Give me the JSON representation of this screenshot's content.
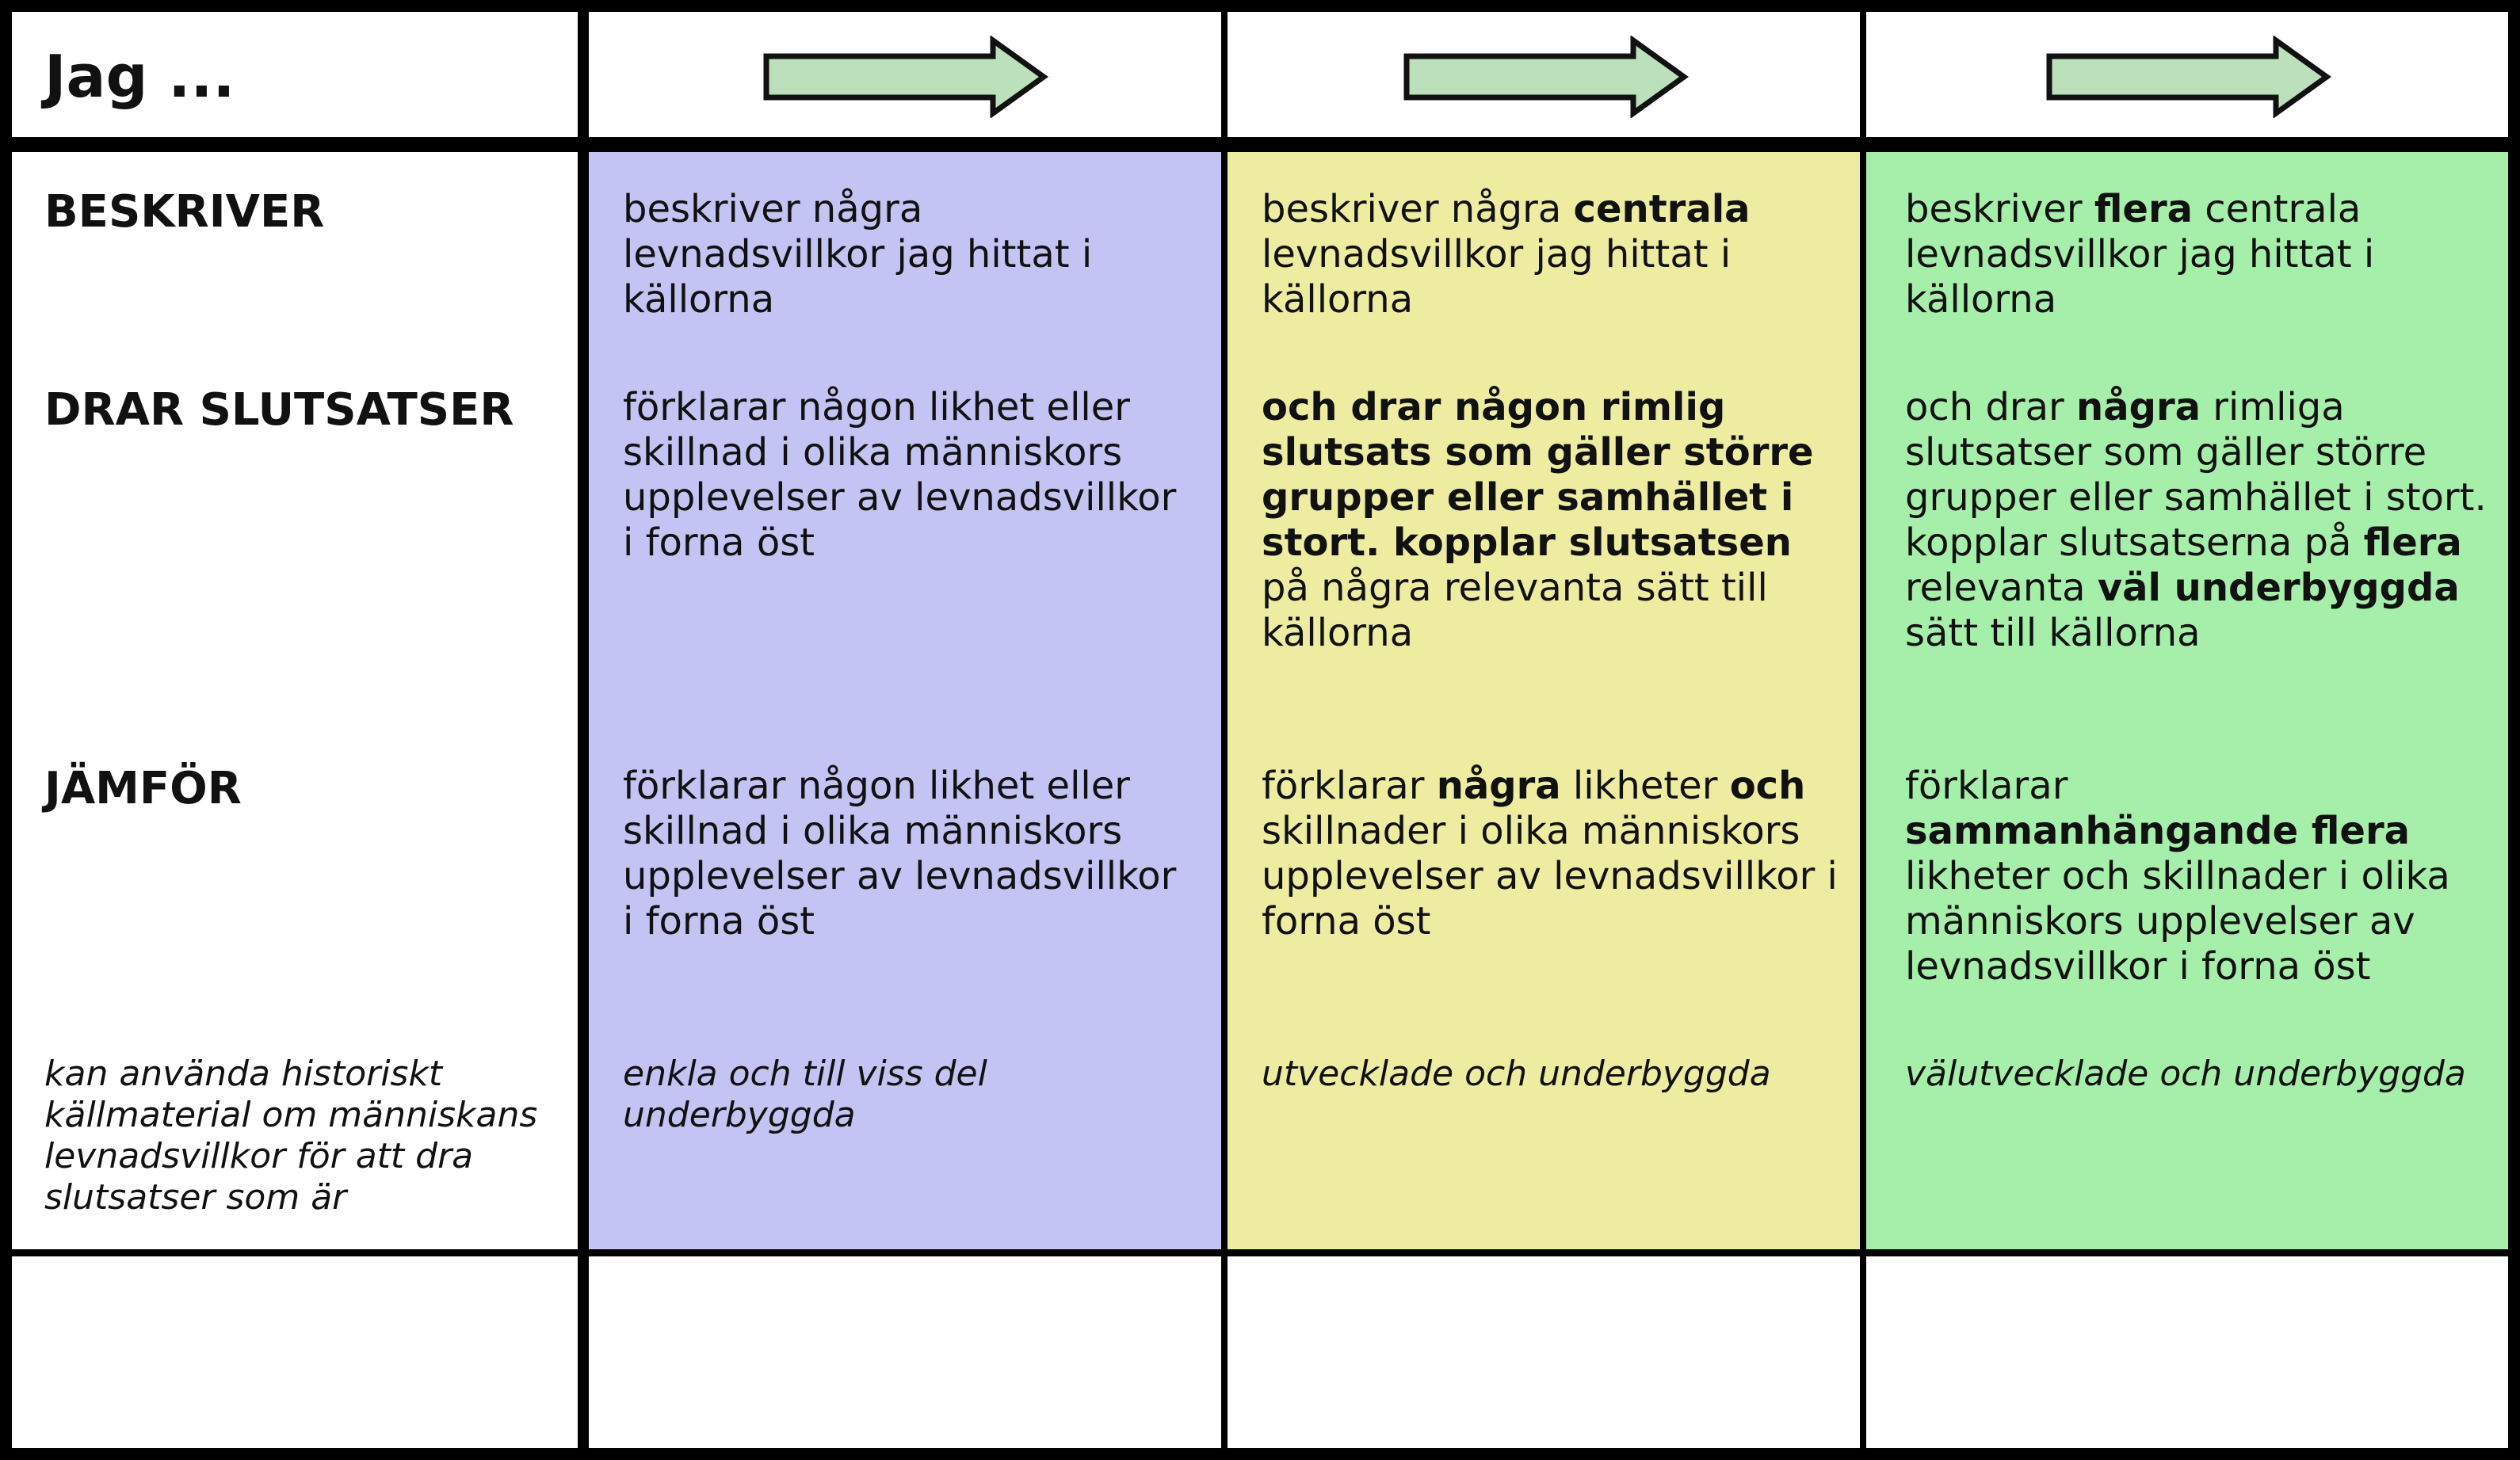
{
  "header": {
    "title": "Jag ...",
    "arrow_color": "#bce0bc"
  },
  "colors": {
    "level1": "#c3c3f4",
    "level2": "#edeca1",
    "level3": "#a6efaa",
    "border": "#000000"
  },
  "rows": {
    "beskriver": {
      "label": "BESKRIVER",
      "c1": "beskriver några levnadsvillkor jag hittat i källorna",
      "c2_a": "beskriver några ",
      "c2_b": "centrala",
      "c2_c": " levnadsvillkor jag hittat i källorna",
      "c3_a": "beskriver ",
      "c3_b": "flera",
      "c3_c": " centrala levnadsvillkor jag hittat i källorna"
    },
    "drar": {
      "label": "DRAR SLUTSATSER",
      "c1": "förklarar någon likhet eller skillnad i olika människors upplevelser av levnadsvillkor i forna öst",
      "c2_a": "och drar någon rimlig slutsats som gäller större grupper eller samhället i stort. kopplar slutsatsen",
      "c2_b": " på några relevanta sätt till källorna",
      "c3_a": "och drar ",
      "c3_b": "några",
      "c3_c": " rimliga slutsatser som gäller större grupper eller samhället i stort. kopplar slutsatserna på ",
      "c3_d": "flera",
      "c3_e": " relevanta ",
      "c3_f": "väl underbyggda",
      "c3_g": " sätt till källorna"
    },
    "jamfor": {
      "label": "JÄMFÖR",
      "c1": "förklarar någon likhet eller skillnad i olika människors upplevelser av levnadsvillkor i forna öst",
      "c2_a": "förklarar ",
      "c2_b": "några",
      "c2_c": " likheter ",
      "c2_d": "och",
      "c2_e": " skillnader i olika människors upplevelser av levnadsvillkor i forna öst",
      "c3_a": "förklarar ",
      "c3_b": "sammanhängande flera",
      "c3_c": " likheter och skillnader i olika människors upplevelser av levnadsvillkor i forna öst"
    },
    "footer": {
      "label": "kan använda historiskt källmaterial om människans levnadsvillkor för att dra slutsatser som är",
      "c1": "enkla och till viss del underbyggda",
      "c2": "utvecklade och underbyggda",
      "c3": "välutvecklade och underbyggda"
    }
  }
}
